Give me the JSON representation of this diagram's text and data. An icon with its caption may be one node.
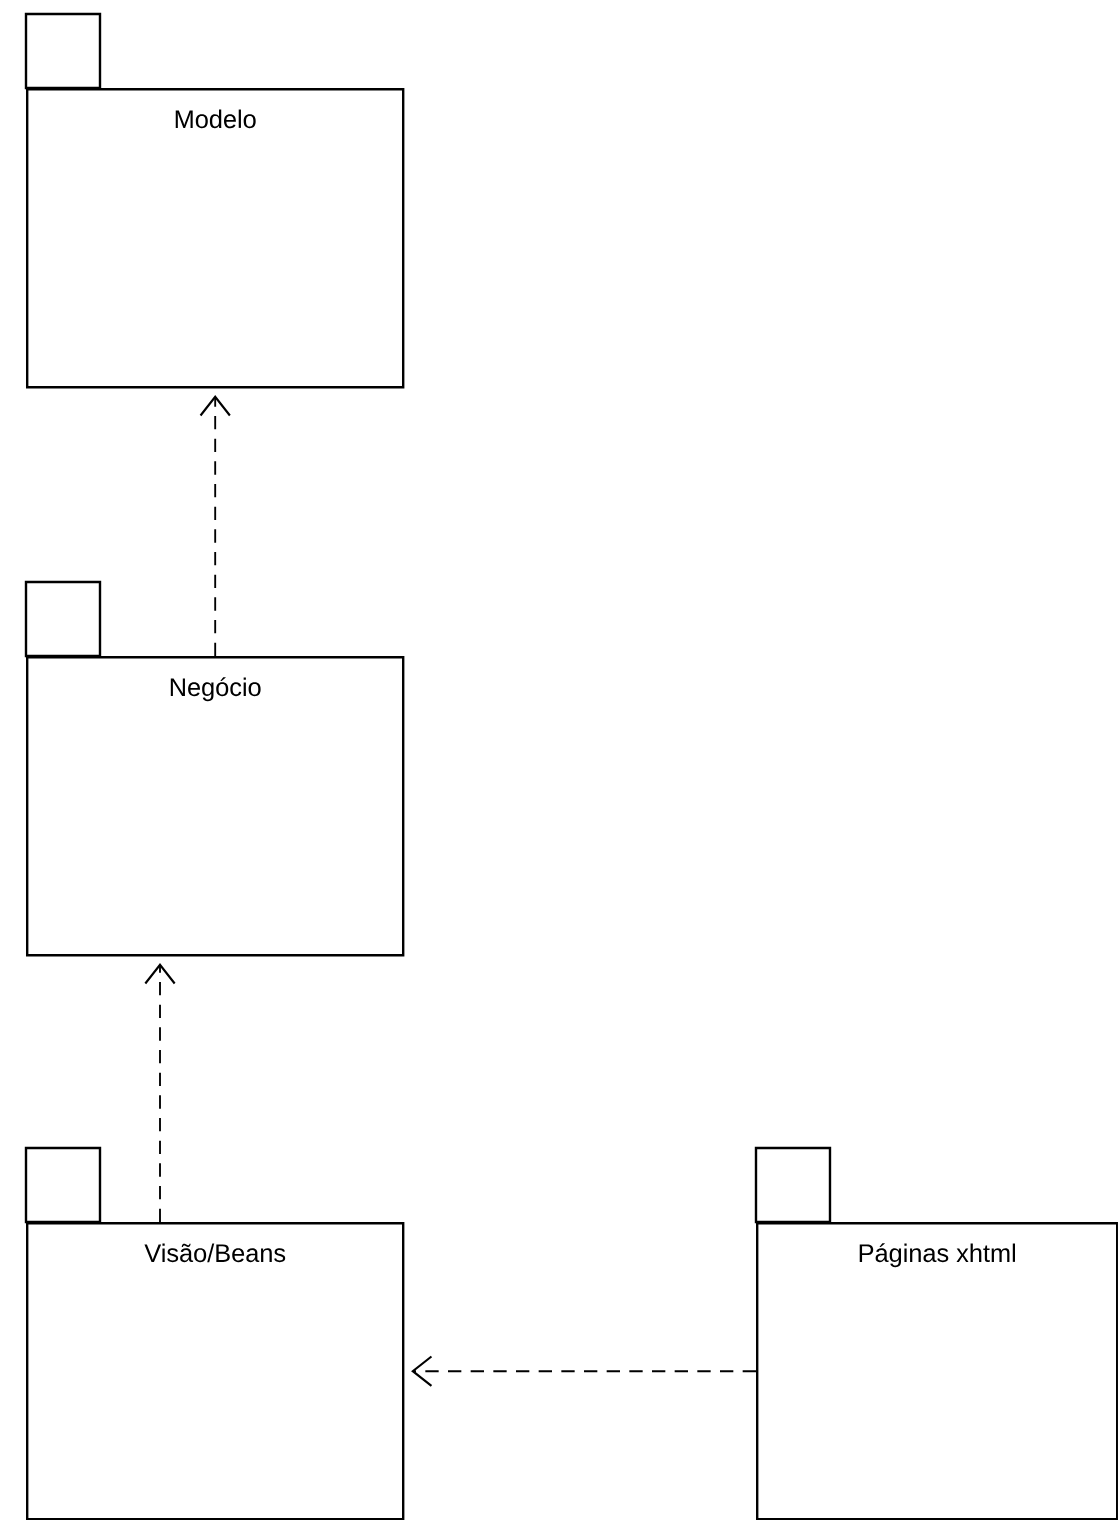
{
  "diagram": {
    "nodes": [
      {
        "text": [
          "Modelo"
        ]
      },
      {
        "text": [
          "Negócio"
        ]
      },
      {
        "text": [
          "Visão/Beans"
        ]
      },
      {
        "text": [
          "Páginas xhtml"
        ]
      }
    ],
    "edges": [
      {
        "from": 1,
        "to": 0,
        "arrow": "to",
        "style": "dashed"
      },
      {
        "from": 2,
        "to": 1,
        "arrow": "to",
        "style": "dashed"
      },
      {
        "from": 3,
        "to": 2,
        "arrow": "to",
        "style": "dashed"
      }
    ]
  }
}
